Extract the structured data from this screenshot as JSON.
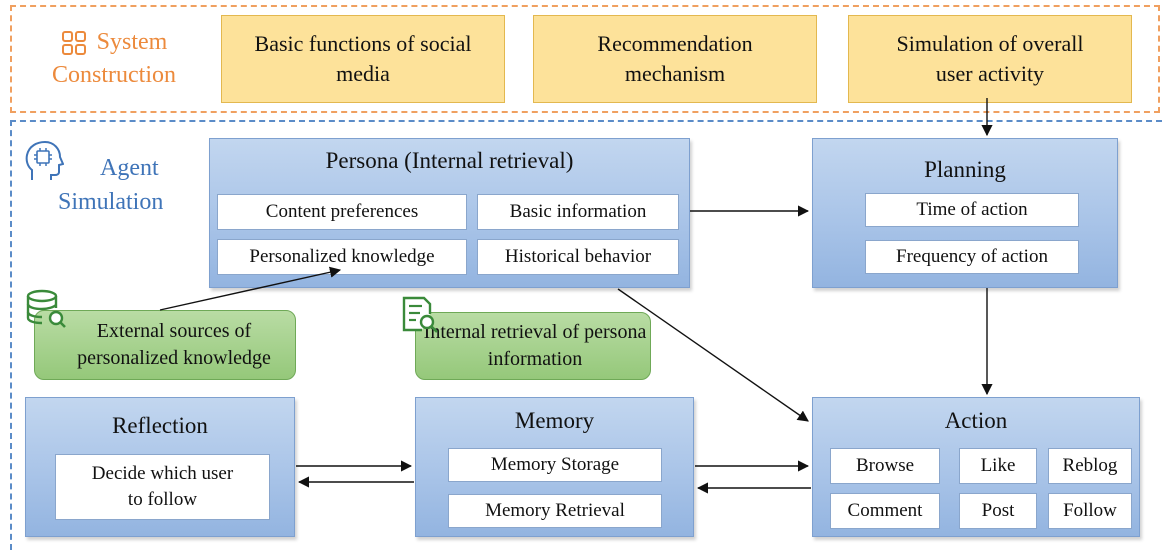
{
  "system": {
    "label_line1": "System",
    "label_line2": "Construction",
    "boxes": [
      "Basic functions of social media",
      "Recommendation mechanism",
      "Simulation of overall user activity"
    ],
    "icon": "grid-icon",
    "color": "#ec8a3c"
  },
  "agent": {
    "label_line1": "Agent",
    "label_line2": "Simulation",
    "icon": "ai-head-icon",
    "color": "#3f74b8"
  },
  "persona": {
    "title": "Persona (Internal retrieval)",
    "items": [
      "Content preferences",
      "Basic information",
      "Personalized knowledge",
      "Historical behavior"
    ]
  },
  "planning": {
    "title": "Planning",
    "items": [
      "Time of action",
      "Frequency of action"
    ]
  },
  "external": {
    "text": "External sources of personalized knowledge",
    "icon": "database-search-icon"
  },
  "internal": {
    "text": "Internal retrieval of persona information",
    "icon": "document-search-icon"
  },
  "reflection": {
    "title": "Reflection",
    "item": "Decide which user to follow"
  },
  "memory": {
    "title": "Memory",
    "items": [
      "Memory Storage",
      "Memory Retrieval"
    ]
  },
  "action": {
    "title": "Action",
    "items": [
      "Browse",
      "Like",
      "Reblog",
      "Comment",
      "Post",
      "Follow"
    ]
  }
}
